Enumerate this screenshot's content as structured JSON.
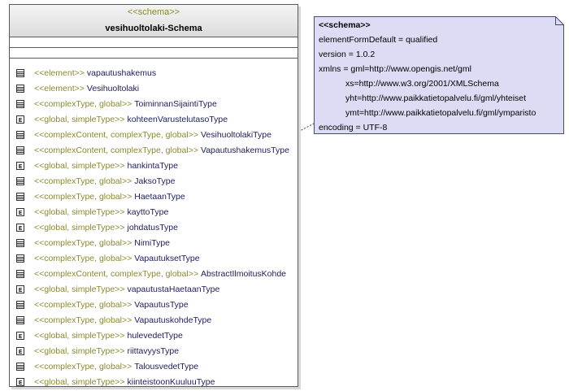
{
  "schema_box": {
    "stereotype": "<<schema>>",
    "title": "vesihuoltolaki-Schema",
    "members": [
      {
        "icon": "element",
        "stereotype": "<<element>>",
        "name": "vapautushakemus"
      },
      {
        "icon": "element",
        "stereotype": "<<element>>",
        "name": "Vesihuoltolaki"
      },
      {
        "icon": "complex",
        "stereotype": "<<complexType, global>>",
        "name": "ToiminnanSijaintiType"
      },
      {
        "icon": "simple",
        "stereotype": "<<global, simpleType>>",
        "name": "kohteenVarustelutasoType"
      },
      {
        "icon": "complex",
        "stereotype": "<<complexContent, complexType, global>>",
        "name": "VesihuoltolakiType"
      },
      {
        "icon": "complex",
        "stereotype": "<<complexContent, complexType, global>>",
        "name": "VapautushakemusType"
      },
      {
        "icon": "simple",
        "stereotype": "<<global, simpleType>>",
        "name": "hankintaType"
      },
      {
        "icon": "complex",
        "stereotype": "<<complexType, global>>",
        "name": "JaksoType"
      },
      {
        "icon": "complex",
        "stereotype": "<<complexType, global>>",
        "name": "HaetaanType"
      },
      {
        "icon": "simple",
        "stereotype": "<<global, simpleType>>",
        "name": "kayttoType"
      },
      {
        "icon": "simple",
        "stereotype": "<<global, simpleType>>",
        "name": "johdatusType"
      },
      {
        "icon": "complex",
        "stereotype": "<<complexType, global>>",
        "name": "NimiType"
      },
      {
        "icon": "complex",
        "stereotype": "<<complexType, global>>",
        "name": "VapautuksetType"
      },
      {
        "icon": "complex",
        "stereotype": "<<complexContent, complexType, global>>",
        "name": "AbstractIlmoitusKohde"
      },
      {
        "icon": "simple",
        "stereotype": "<<global, simpleType>>",
        "name": "vapautustaHaetaanType"
      },
      {
        "icon": "complex",
        "stereotype": "<<complexType, global>>",
        "name": "VapautusType"
      },
      {
        "icon": "complex",
        "stereotype": "<<complexType, global>>",
        "name": "VapautuskohdeType"
      },
      {
        "icon": "simple",
        "stereotype": "<<global, simpleType>>",
        "name": "hulevedetType"
      },
      {
        "icon": "simple",
        "stereotype": "<<global, simpleType>>",
        "name": "riittavyysType"
      },
      {
        "icon": "complex",
        "stereotype": "<<complexType, global>>",
        "name": "TalousvedetType"
      },
      {
        "icon": "simple",
        "stereotype": "<<global, simpleType>>",
        "name": "kiinteistoonKuuluuType"
      }
    ]
  },
  "note": {
    "lines": [
      {
        "text": "<<schema>>",
        "style": "head"
      },
      {
        "text": "elementFormDefault = qualified",
        "style": "normal"
      },
      {
        "text": "version = 1.0.2",
        "style": "normal"
      },
      {
        "text": "xmlns = gml=http://www.opengis.net/gml",
        "style": "normal"
      },
      {
        "text": "xs=http://www.w3.org/2001/XMLSchema",
        "style": "indent"
      },
      {
        "text": "yht=http://www.paikkatietopalvelu.fi/gml/yhteiset",
        "style": "indent"
      },
      {
        "text": "ymt=http://www.paikkatietopalvelu.fi/gml/ymparisto",
        "style": "indent"
      },
      {
        "text": "encoding = UTF-8",
        "style": "normal"
      }
    ]
  },
  "colors": {
    "stereotype": "#8a8a2e",
    "member_name": "#202060",
    "note_fill": "#dcdcf4",
    "note_border": "#4a4a6a",
    "box_border": "#5a5a5a"
  }
}
